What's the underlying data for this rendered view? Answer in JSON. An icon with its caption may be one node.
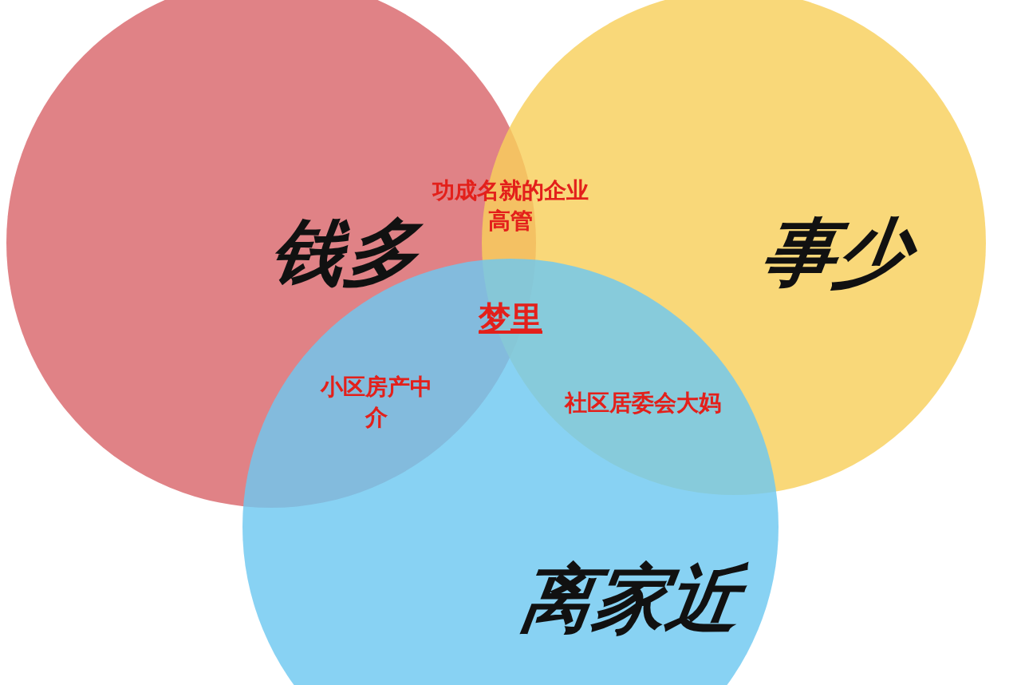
{
  "diagram": {
    "nodes": [
      {
        "text": [
          "钱多"
        ]
      },
      {
        "text": [
          "事少"
        ]
      },
      {
        "text": [
          "离家近"
        ]
      }
    ],
    "labels": [
      "功成名就的企业高管",
      "梦里",
      "小区房产中介",
      "社区居委会大妈"
    ]
  }
}
